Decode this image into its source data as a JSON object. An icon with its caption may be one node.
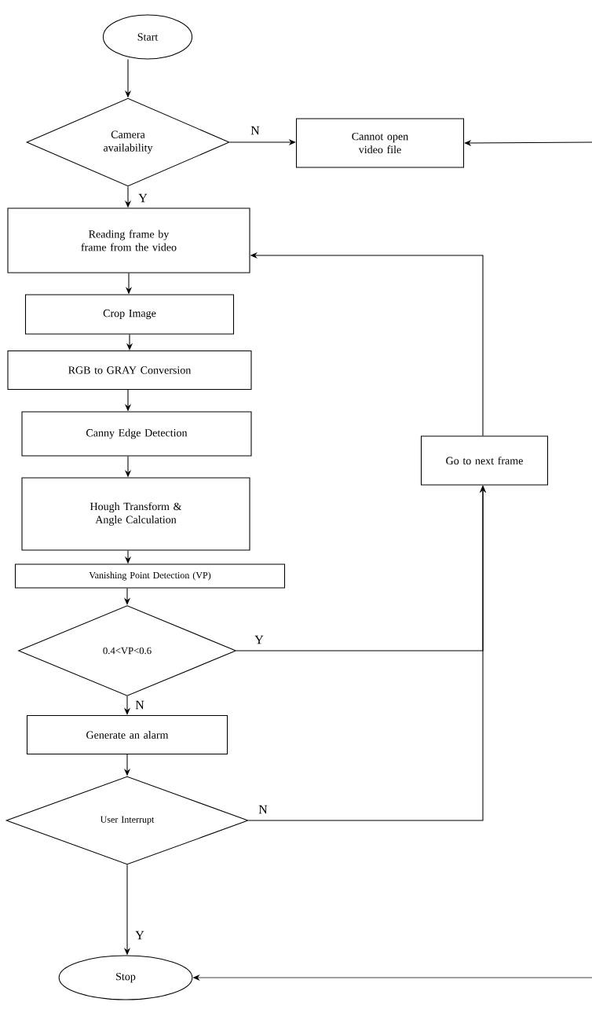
{
  "diagram": {
    "nodes": [
      {
        "text": [
          "Start"
        ]
      },
      {
        "text": [
          "Camera availability"
        ]
      },
      {
        "text": [
          "Cannot open video file"
        ]
      },
      {
        "text": [
          "Reading frame by frame from the video"
        ]
      },
      {
        "text": [
          "Crop Image"
        ]
      },
      {
        "text": [
          "RGB to GRAY Conversion"
        ]
      },
      {
        "text": [
          "Canny Edge Detection"
        ]
      },
      {
        "text": [
          "Go to next frame"
        ]
      },
      {
        "text": [
          "Hough Transform & Angle Calculation"
        ]
      },
      {
        "text": [
          "Vanishing Point Detection (VP)"
        ]
      },
      {
        "text": [
          "0.4<VP<0.6"
        ]
      },
      {
        "text": [
          "Generate an alarm"
        ]
      },
      {
        "text": [
          "User Interrupt"
        ]
      },
      {
        "text": [
          "Stop"
        ]
      }
    ],
    "edges": [
      {
        "from": 0,
        "to": 1,
        "arrow": "to"
      },
      {
        "from": 1,
        "to": 2,
        "arrow": "to",
        "label": "N"
      },
      {
        "from": null,
        "to": 2,
        "arrow": "to"
      },
      {
        "from": 1,
        "to": 3,
        "arrow": "to",
        "label": "Y"
      },
      {
        "from": 3,
        "to": 4,
        "arrow": "to"
      },
      {
        "from": 4,
        "to": 5,
        "arrow": "to"
      },
      {
        "from": 5,
        "to": 6,
        "arrow": "to"
      },
      {
        "from": 6,
        "to": 8,
        "arrow": "to"
      },
      {
        "from": 8,
        "to": 9,
        "arrow": "to"
      },
      {
        "from": 9,
        "to": 10,
        "arrow": "to"
      },
      {
        "from": 10,
        "to": 7,
        "arrow": "to",
        "label": "Y"
      },
      {
        "from": 10,
        "to": 11,
        "arrow": "to",
        "label": "N"
      },
      {
        "from": 11,
        "to": 12,
        "arrow": "to"
      },
      {
        "from": 12,
        "to": 7,
        "arrow": "to",
        "label": "N"
      },
      {
        "from": 12,
        "to": 13,
        "arrow": "to",
        "label": "Y"
      },
      {
        "from": 7,
        "to": 3,
        "arrow": "to"
      },
      {
        "from": null,
        "to": 13,
        "arrow": "to"
      }
    ]
  }
}
